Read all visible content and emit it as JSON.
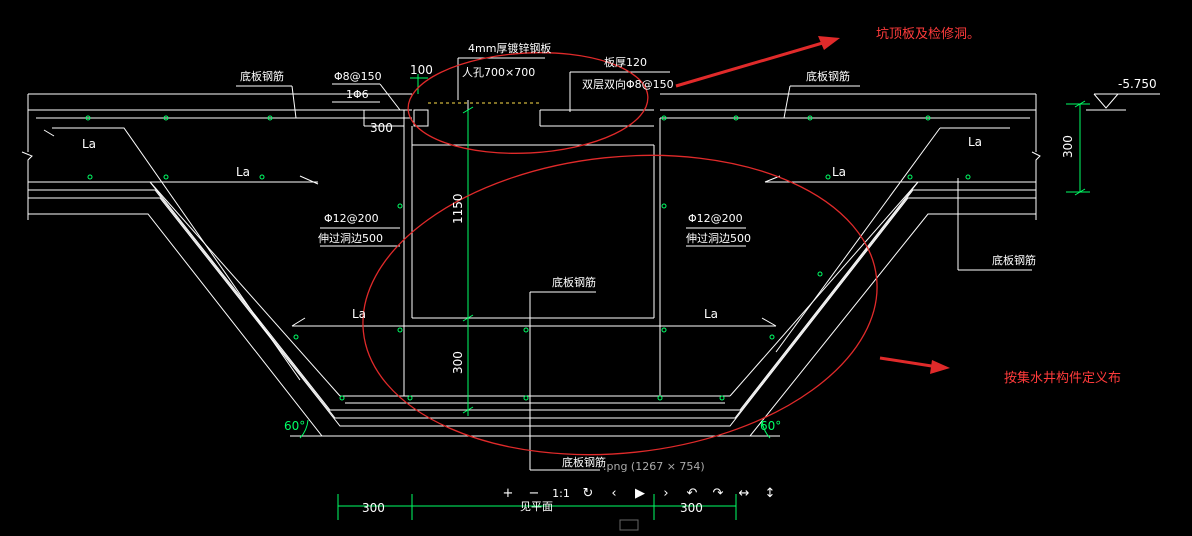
{
  "annotations": {
    "top_note": "坑顶板及检修洞。",
    "bottom_note": "按集水井构件定义布"
  },
  "drawing": {
    "plate_label": "4mm厚镀锌钢板",
    "manhole_label": "人孔700×700",
    "bottom_rebar_left": "底板钢筋",
    "bottom_rebar_right": "底板钢筋",
    "bottom_rebar_center": "底板钢筋",
    "bottom_rebar_lower": "底板钢筋",
    "bottom_rebar_far_right": "底板钢筋",
    "rebar_phi8": "Φ8@150",
    "rebar_1phi6": "1Φ6",
    "dim_100": "100",
    "dim_300_top": "300",
    "slab_thickness": "板厚120",
    "double_layer": "双层双向Φ8@150",
    "elevation": "-5.750",
    "dim_300_right": "300",
    "la1": "La",
    "la2": "La",
    "la3": "La",
    "la4": "La",
    "la5": "La",
    "la6": "La",
    "rebar_phi12_left": "Φ12@200",
    "extend_left": "伸过洞边500",
    "rebar_phi12_right": "Φ12@200",
    "extend_right": "伸过洞边500",
    "dim_1150": "1150",
    "dim_300_mid": "300",
    "angle_left": "60°",
    "angle_right": "60°",
    "dim_300_bl": "300",
    "dim_300_br": "300",
    "see_plan": "见平面"
  },
  "viewer": {
    "image_info": ".png (1267 × 754)",
    "buttons": {
      "zoom_in": "+",
      "zoom_out": "−",
      "actual_size": "1:1",
      "rotate": "↻",
      "prev": "‹",
      "play": "▶",
      "next": "›",
      "rotate_left": "↶",
      "rotate_right": "↷",
      "fit_width": "↔",
      "fit_height": "↕"
    }
  }
}
